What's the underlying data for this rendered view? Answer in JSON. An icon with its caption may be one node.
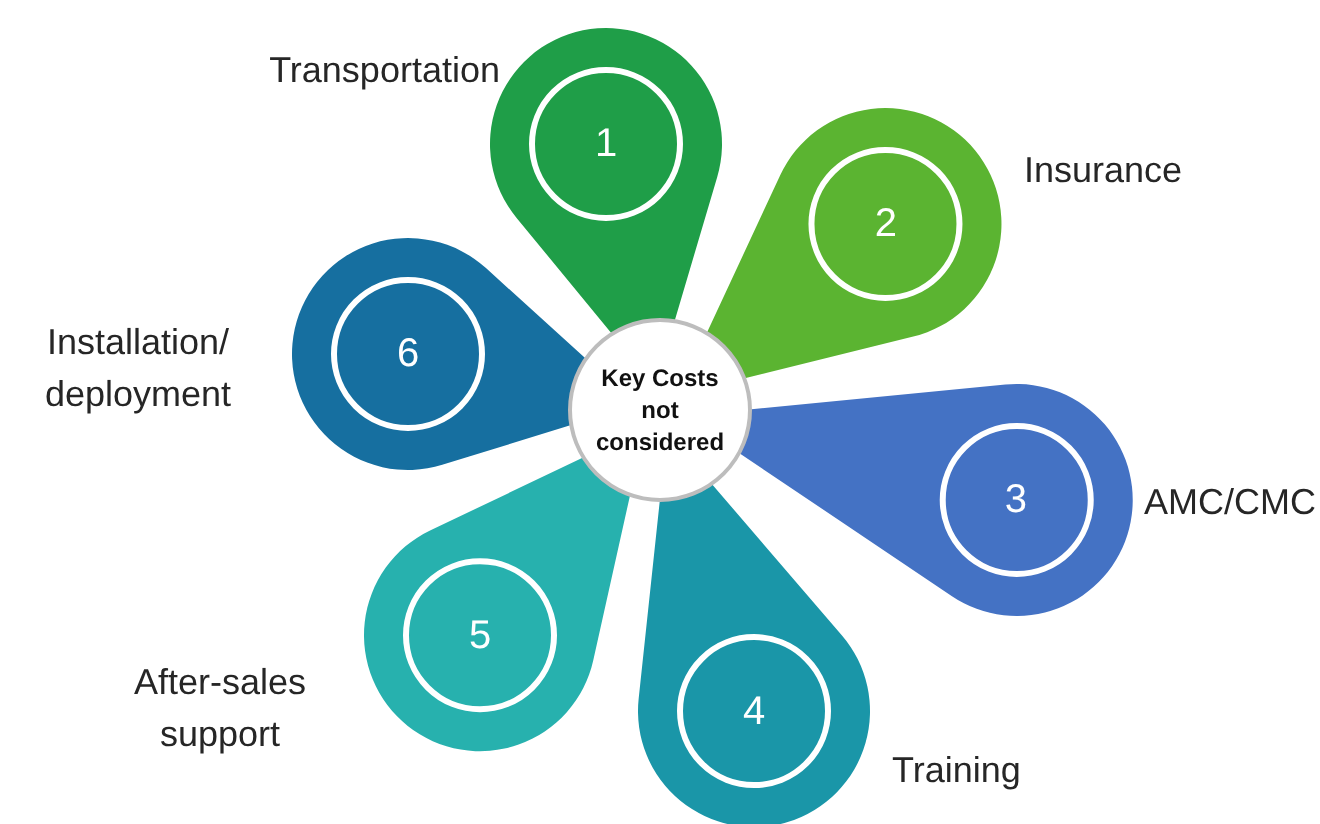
{
  "diagram": {
    "nodes": [
      {
        "text": [
          "Key Costs not considered"
        ]
      },
      {
        "text": [
          "1"
        ],
        "beside": [
          "Transportation"
        ]
      },
      {
        "text": [
          "2"
        ],
        "beside": [
          "Insurance"
        ]
      },
      {
        "text": [
          "3"
        ],
        "beside": [
          "AMC/CMC"
        ]
      },
      {
        "text": [
          "4"
        ],
        "beside": [
          "Training"
        ]
      },
      {
        "text": [
          "5"
        ],
        "beside": [
          "After-sales support"
        ]
      },
      {
        "text": [
          "6"
        ],
        "beside": [
          "Installation/ deployment"
        ]
      }
    ]
  }
}
